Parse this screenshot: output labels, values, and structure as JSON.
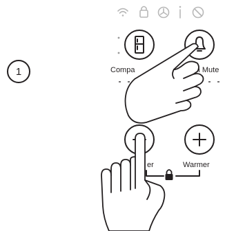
{
  "step": {
    "number": "1"
  },
  "status_icons": [
    "wifi-icon",
    "lock-icon",
    "fan-icon",
    "info-icon",
    "no-ice-icon"
  ],
  "top_buttons": {
    "compartment": {
      "label": "Compa",
      "icon": "door-icon"
    },
    "alarm_mute": {
      "label": "rm Mute",
      "icon": "bell-icon"
    }
  },
  "bottom_buttons": {
    "colder": {
      "label": "er",
      "icon": "minus-icon"
    },
    "warmer": {
      "label": "Warmer",
      "icon": "plus-icon"
    }
  },
  "lock_indicator": {
    "icon": "padlock-icon"
  },
  "hands": [
    "pointing-hand",
    "pressing-hand"
  ]
}
